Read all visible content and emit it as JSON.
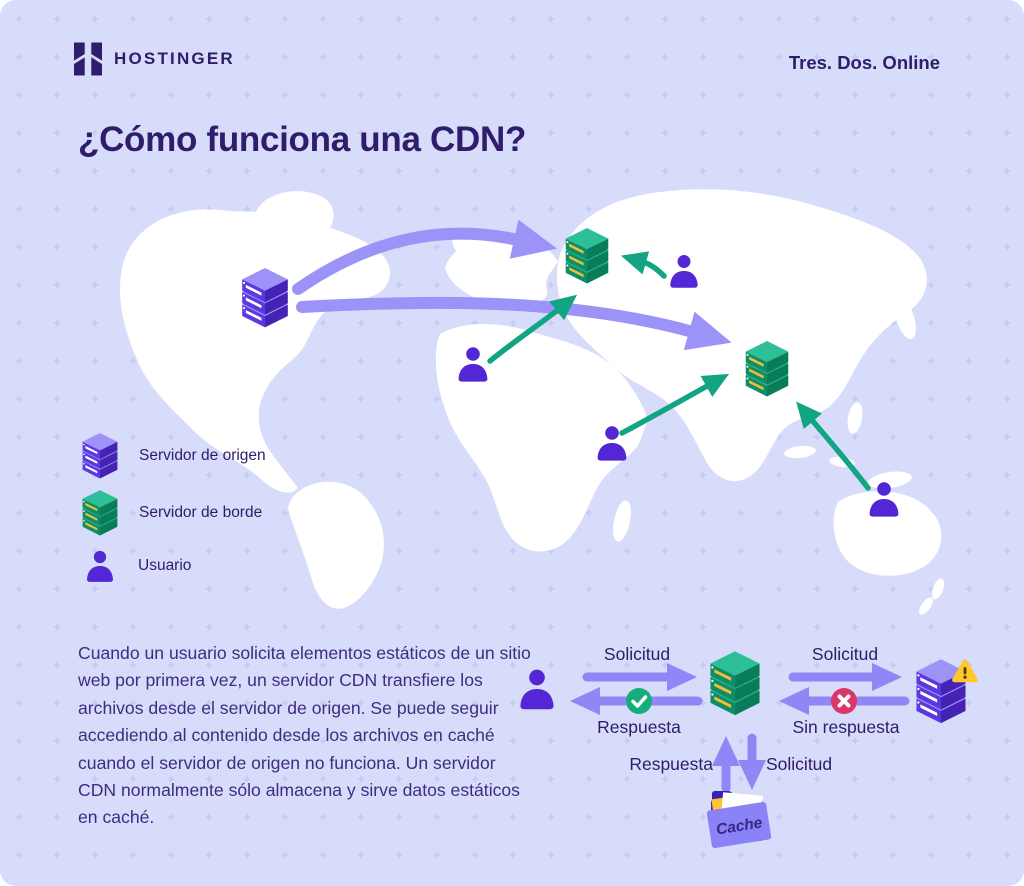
{
  "header": {
    "logo_text": "HOSTINGER",
    "tagline": "Tres. Dos. Online"
  },
  "title": "¿Cómo funciona una CDN?",
  "legend": {
    "origin": "Servidor de origen",
    "edge": "Servidor de borde",
    "user": "Usuario"
  },
  "description": "Cuando un usuario solicita elementos estáticos de un sitio web por primera vez, un servidor CDN transfiere los archivos desde el servidor de origen. Se puede seguir accediendo al contenido desde los archivos en caché cuando el servidor de origen no funciona. Un servidor CDN normalmente sólo almacena y sirve datos estáticos en caché.",
  "flow": {
    "request_to_edge": "Solicitud",
    "response_to_user": "Respuesta",
    "request_to_origin": "Solicitud",
    "no_response": "Sin respuesta",
    "response_from_cache": "Respuesta",
    "request_to_cache": "Solicitud",
    "cache_label": "Cache"
  },
  "colors": {
    "background": "#D7DCFA",
    "ink": "#2F1C6A",
    "purple": "#5327D6",
    "lilac_arrow": "#9B93F8",
    "green": "#12A583",
    "map": "#FFFFFF",
    "warning_yellow": "#FFC72C",
    "error_red": "#D93765"
  }
}
